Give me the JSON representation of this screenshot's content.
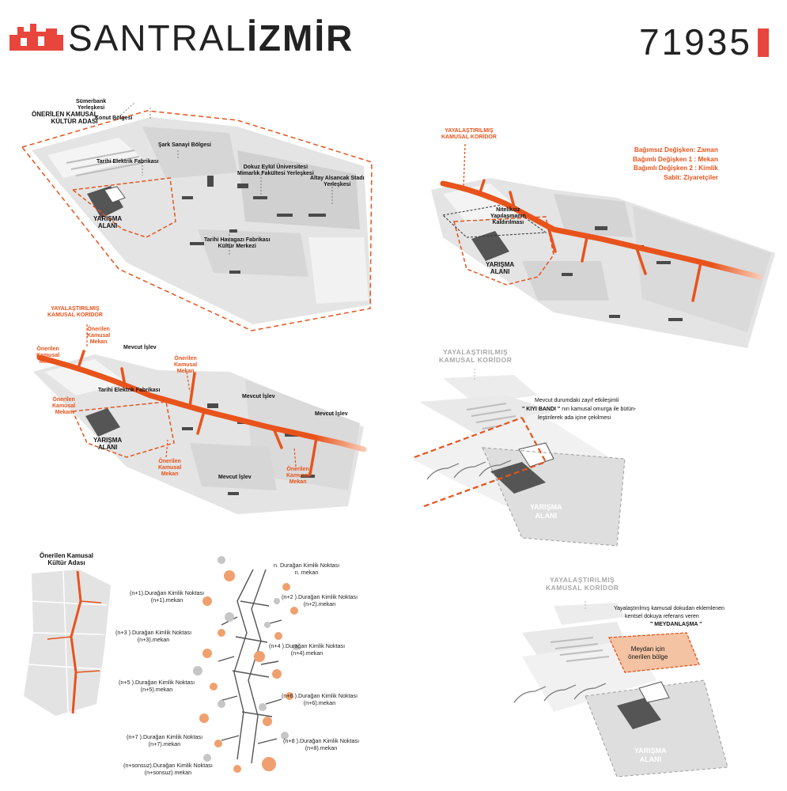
{
  "header": {
    "logo_light": "SANTRAL",
    "logo_bold": "İZMİR",
    "code": "71935",
    "accent": "#e8463c"
  },
  "colors": {
    "orange": "#e8531c",
    "grey_block": "#dcdcdc",
    "dark": "#444444"
  },
  "panel1": {
    "title": "ÖNERİLEN KAMUSAL\nKÜLTÜR ADASI",
    "labels": {
      "sumerbank": "Sümerbank\nYerleşkesi",
      "konut": "Konut Bölgesi",
      "sark": "Şark Sanayi Bölgesi",
      "tarihi": "Tarihi Elektrik Fabrikası",
      "deu": "Dokuz Eylül Üniversitesi\nMimarlık Fakültesi Yerleşkesi",
      "altay": "Altay Alsancak Stadı\nYerleşkesi",
      "havagazi": "Tarihi Havagazı Fabrikası\nKültür Merkezi",
      "yarisma": "YARIŞMA\nALANI"
    }
  },
  "panel2": {
    "corridor": "YAYALAŞTIRILMIŞ\nKAMUSAL KORİDOR",
    "niteliksiz": "Niteliksiz\nYapılaşmanın\nKaldırılması",
    "yarisma": "YARIŞMA\nALANI",
    "hypothesis": [
      "Bağımsız Değişken: Zaman",
      "Bağımlı Değişken 1 : Mekan",
      "Bağımlı Değişken 2 : Kimlik",
      "Sabit: Ziyaretçiler"
    ]
  },
  "panel3": {
    "corridor": "YAYALAŞTIRILMIŞ\nKAMUSAL KORİDOR",
    "onerilen": "Önerilen\nKamusal\nMekan",
    "mevcut": "Mevcut İşlev",
    "tarihi": "Tarihi Elektrik Fabrikası",
    "yarisma": "YARIŞMA\nALANI"
  },
  "panel4": {
    "corridor": "YAYALAŞTIRILMIŞ\nKAMUSAL KORİDOR",
    "desc_1": "Mevcut durumdaki zayıf etkileşimli",
    "desc_bold": "\" KIYI BANDI \"",
    "desc_2": " nın kamusal omurga ile bütün-",
    "desc_3": "leştirilerek ada içine  çekilmesi",
    "yarisma": "YARIŞMA\nALANI"
  },
  "panel5": {
    "title": "Önerilen Kamusal\nKültür Adası",
    "points_left": [
      "(n+1).Durağan Kimlik Noktası\n(n+1).mekan",
      "(n+3 ).Durağan Kimlik Noktası\n(n+3).mekan",
      "(n+5 ).Durağan Kimlik Noktası\n(n+5).mekan",
      "(n+7 ).Durağan Kimlik Noktası\n(n+7).mekan",
      "(n+sonsuz).Durağan Kimlik Noktası\n(n+sonsuz).mekan"
    ],
    "points_right": [
      "n. Durağan Kimlik Noktası\nn. mekan",
      "(n+2 ).Durağan Kimlik Noktası\n(n+2).mekan",
      "(n+4 ).Durağan Kimlik Noktası\n(n+4).mekan",
      "(n+6 ).Durağan Kimlik Noktası\n(n+6).mekan",
      "(n+8 ).Durağan Kimlik Noktası\n(n+8).mekan"
    ]
  },
  "panel6": {
    "corridor": "YAYALAŞTIRILMIŞ\nKAMUSAL KORİDOR",
    "desc_1": "Yayalaştırılmış kamusal dokudan eklemlenen",
    "desc_2": "kentsel dokuya referans veren",
    "desc_bold": "\" MEYDANLAŞMA \"",
    "meydan": "Meydan için\nönerilen bölge",
    "yarisma": "YARIŞMA\nALANI"
  }
}
